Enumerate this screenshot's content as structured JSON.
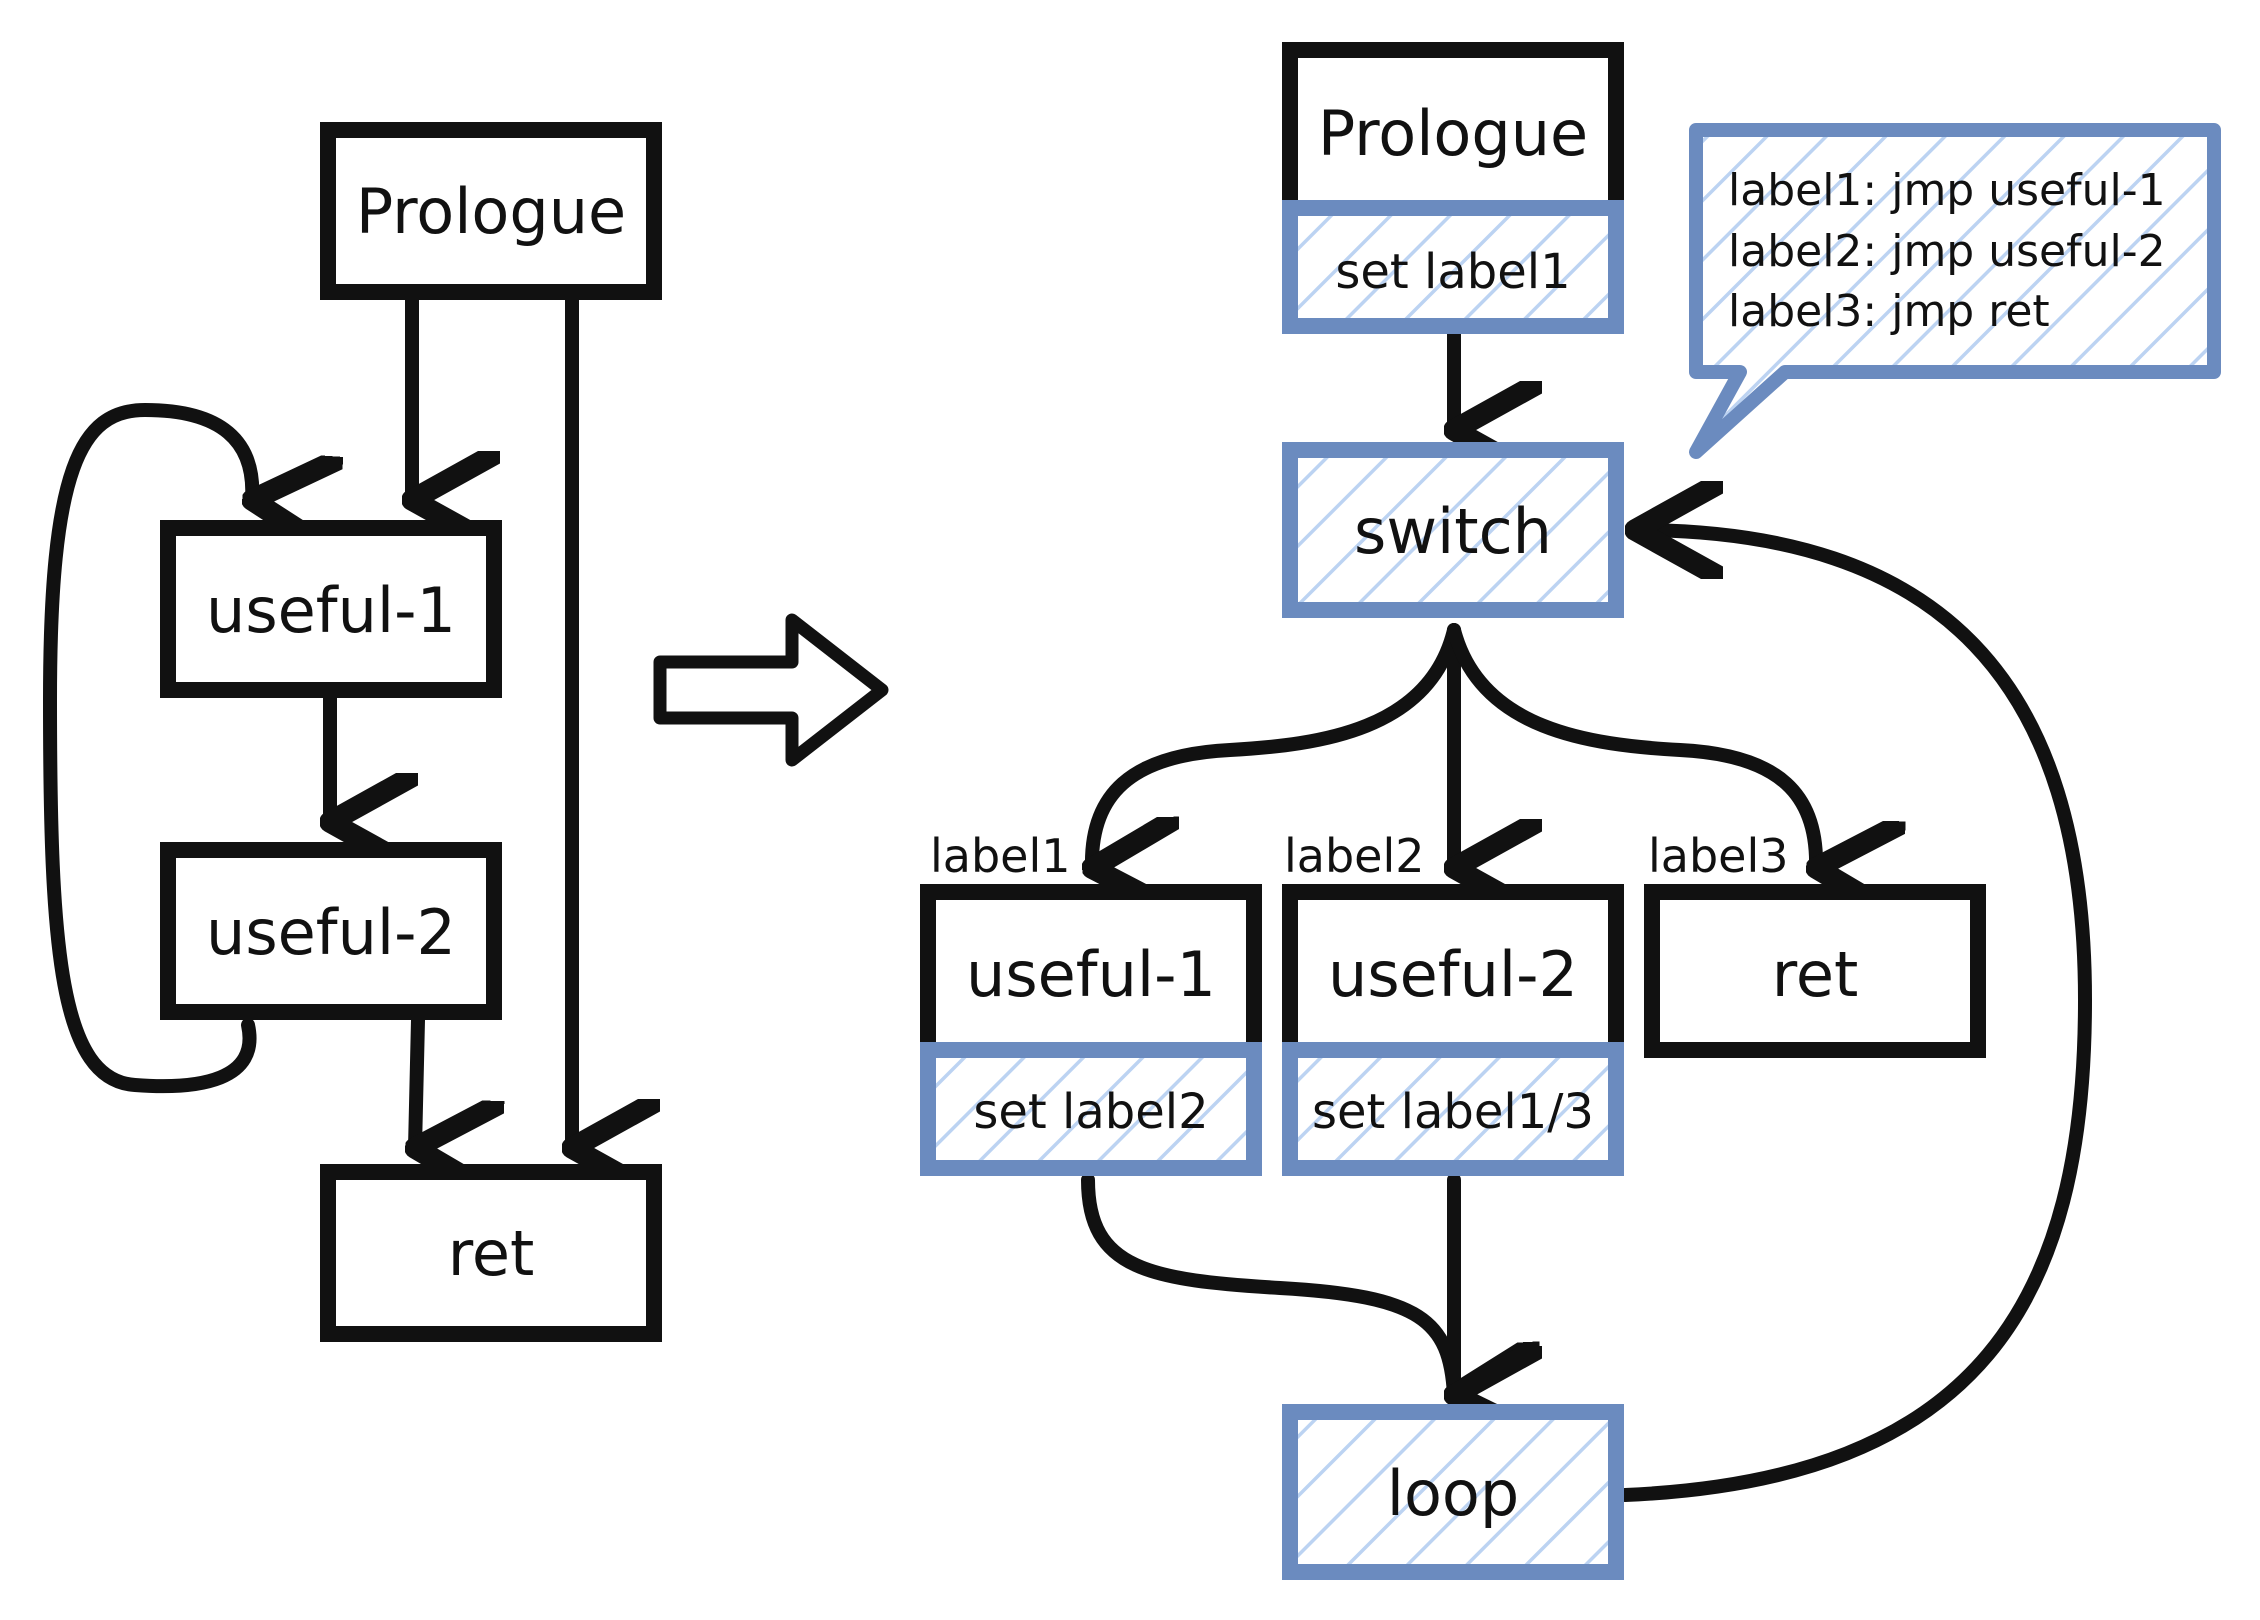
{
  "left": {
    "prologue": "Prologue",
    "useful1": "useful-1",
    "useful2": "useful-2",
    "ret": "ret"
  },
  "right": {
    "prologue": "Prologue",
    "set_label1": "set label1",
    "switch": "switch",
    "branch_labels": [
      "label1",
      "label2",
      "label3"
    ],
    "useful1": "useful-1",
    "useful2": "useful-2",
    "ret": "ret",
    "set_label2": "set label2",
    "set_label13": "set label1/3",
    "loop": "loop"
  },
  "callout": {
    "lines": [
      "label1: jmp useful-1",
      "label2: jmp useful-2",
      "label3: jmp ret"
    ]
  },
  "colors": {
    "ink": "#111111",
    "dispatcher_border": "#6b8bbf",
    "hatch": "#bcd3f2"
  }
}
